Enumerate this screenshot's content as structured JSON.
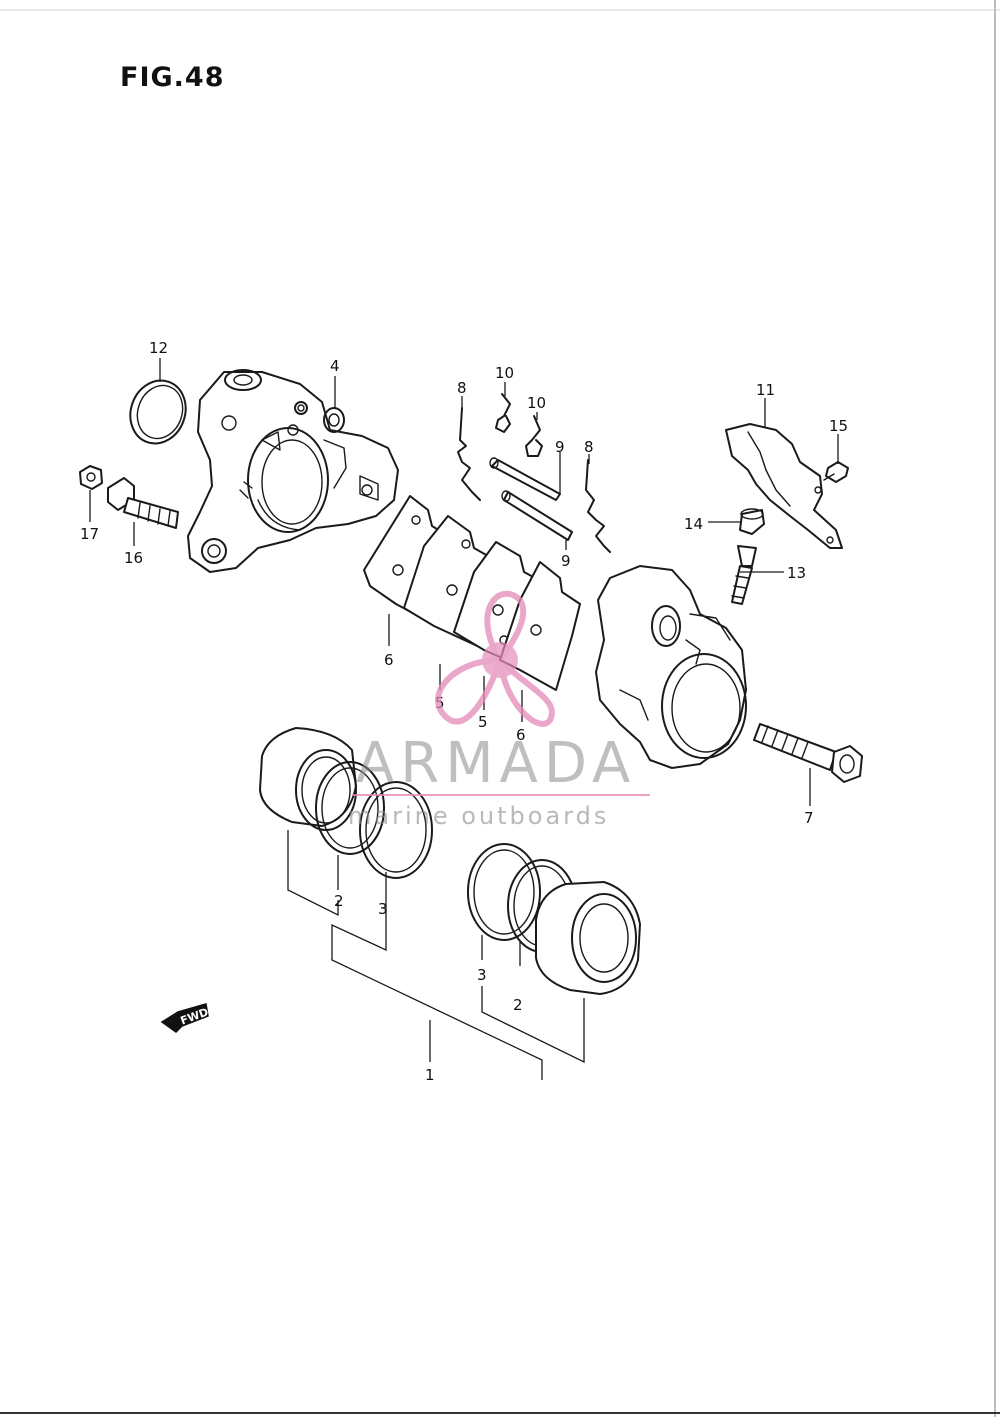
{
  "figure": {
    "title": "FIG.48"
  },
  "direction_badge": {
    "label": "FWD"
  },
  "callouts": [
    {
      "num": "1"
    },
    {
      "num": "2"
    },
    {
      "num": "3"
    },
    {
      "num": "2"
    },
    {
      "num": "3"
    },
    {
      "num": "4"
    },
    {
      "num": "5"
    },
    {
      "num": "5"
    },
    {
      "num": "6"
    },
    {
      "num": "6"
    },
    {
      "num": "7"
    },
    {
      "num": "8"
    },
    {
      "num": "8"
    },
    {
      "num": "9"
    },
    {
      "num": "9"
    },
    {
      "num": "10"
    },
    {
      "num": "10"
    },
    {
      "num": "11"
    },
    {
      "num": "12"
    },
    {
      "num": "13"
    },
    {
      "num": "14"
    },
    {
      "num": "15"
    },
    {
      "num": "16"
    },
    {
      "num": "17"
    }
  ],
  "watermark": {
    "brand": "ARMADA",
    "tagline": "marine outboards",
    "colors": {
      "text": "#8a8a8a",
      "accent": "#e48ab8"
    }
  }
}
